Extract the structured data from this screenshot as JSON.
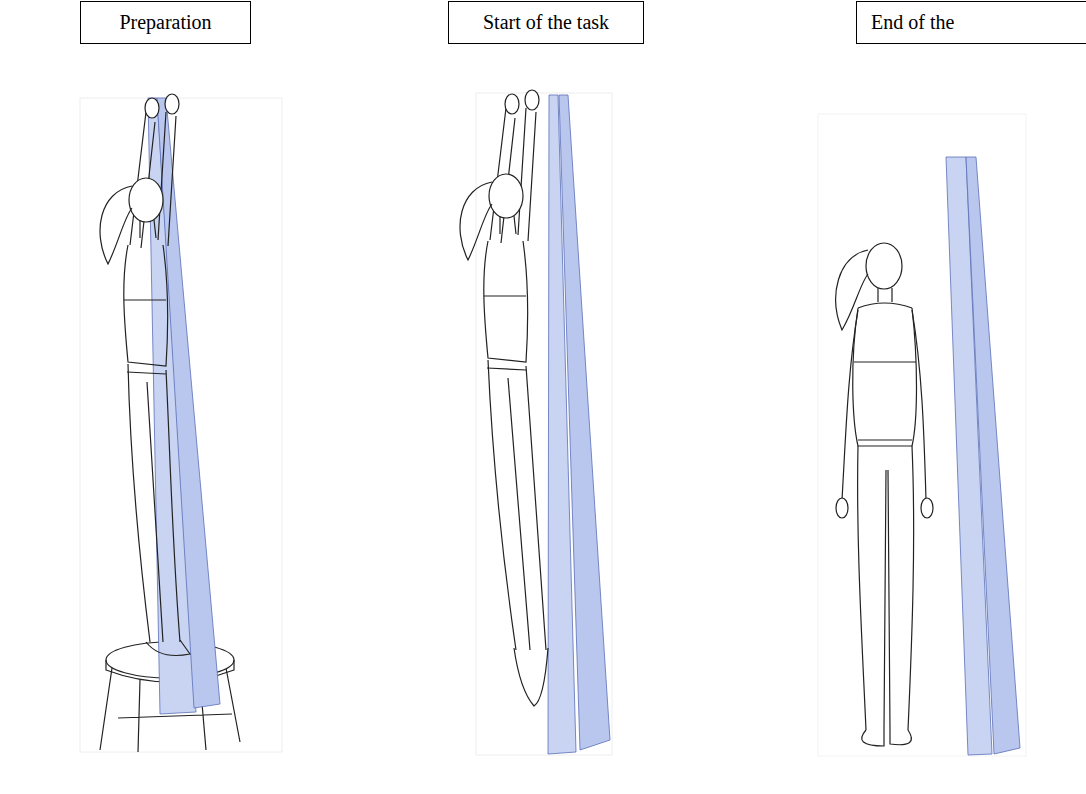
{
  "diagram": {
    "nodes": [
      {
        "text": [
          "Preparation"
        ]
      },
      {
        "text": [
          "Start of the task"
        ]
      },
      {
        "text": [
          "End of the"
        ]
      }
    ]
  }
}
